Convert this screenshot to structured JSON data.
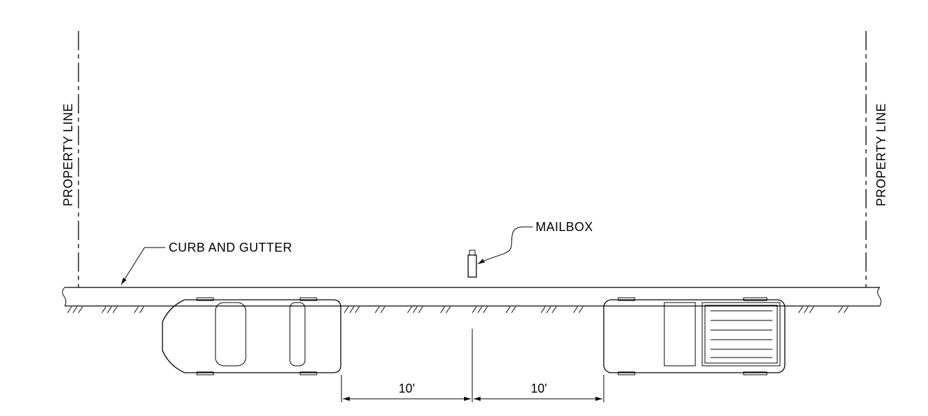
{
  "labels": {
    "property_line_left": "PROPERTY LINE",
    "property_line_right": "PROPERTY LINE",
    "curb_and_gutter": "CURB AND GUTTER",
    "mailbox": "MAILBOX",
    "dimension_left": "10'",
    "dimension_right": "10'"
  }
}
